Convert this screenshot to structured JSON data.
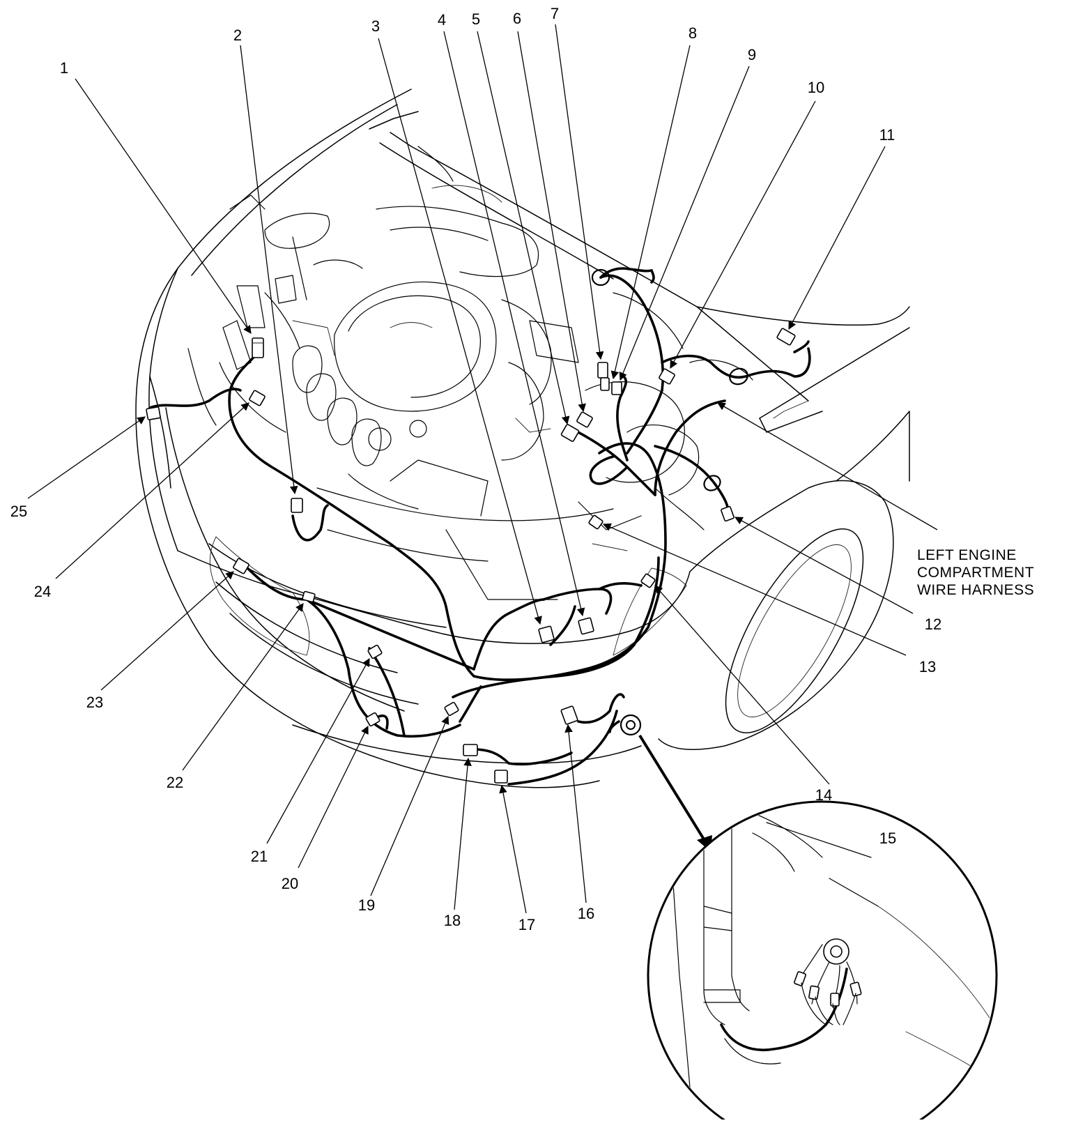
{
  "callouts": [
    {
      "id": "1",
      "label": "1"
    },
    {
      "id": "2",
      "label": "2"
    },
    {
      "id": "3",
      "label": "3"
    },
    {
      "id": "4",
      "label": "4"
    },
    {
      "id": "5",
      "label": "5"
    },
    {
      "id": "6",
      "label": "6"
    },
    {
      "id": "7",
      "label": "7"
    },
    {
      "id": "8",
      "label": "8"
    },
    {
      "id": "9",
      "label": "9"
    },
    {
      "id": "10",
      "label": "10"
    },
    {
      "id": "11",
      "label": "11"
    },
    {
      "id": "12",
      "label": "12"
    },
    {
      "id": "13",
      "label": "13"
    },
    {
      "id": "14",
      "label": "14"
    },
    {
      "id": "15",
      "label": "15"
    },
    {
      "id": "16",
      "label": "16"
    },
    {
      "id": "17",
      "label": "17"
    },
    {
      "id": "18",
      "label": "18"
    },
    {
      "id": "19",
      "label": "19"
    },
    {
      "id": "20",
      "label": "20"
    },
    {
      "id": "21",
      "label": "21"
    },
    {
      "id": "22",
      "label": "22"
    },
    {
      "id": "23",
      "label": "23"
    },
    {
      "id": "24",
      "label": "24"
    },
    {
      "id": "25",
      "label": "25"
    }
  ],
  "harness_label": {
    "line1": "LEFT ENGINE",
    "line2": "COMPARTMENT",
    "line3": "WIRE HARNESS"
  }
}
